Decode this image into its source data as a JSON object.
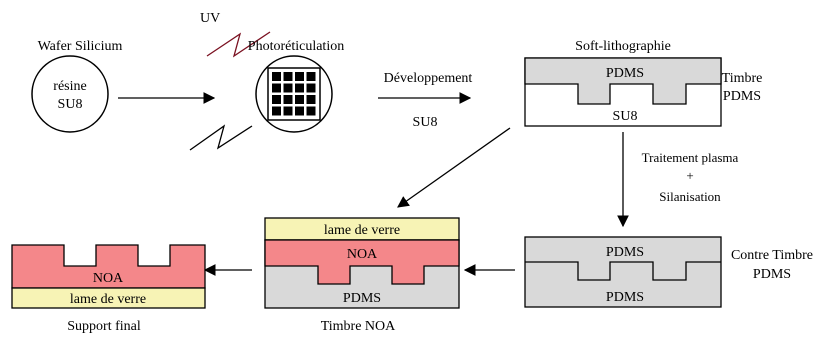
{
  "labels": {
    "wafer": "Wafer Silicium",
    "resine_1": "résine",
    "resine_2": "SU8",
    "uv": "UV",
    "photo": "Photoréticulation",
    "dev": "Développement",
    "dev_su8": "SU8",
    "soft": "Soft-lithographie",
    "pdms_top": "PDMS",
    "su8_bottom": "SU8",
    "timbre_pdms_1": "Timbre",
    "timbre_pdms_2": "PDMS",
    "plasma_1": "Traitement plasma",
    "plasma_2": "+",
    "plasma_3": "Silanisation",
    "contre_top": "PDMS",
    "contre_bottom": "PDMS",
    "contre_label_1": "Contre Timbre",
    "contre_label_2": "PDMS",
    "noa_glass": "lame de verre",
    "noa_mid": "NOA",
    "noa_pdms": "PDMS",
    "timbre_noa": "Timbre NOA",
    "final_noa": "NOA",
    "final_glass": "lame de verre",
    "support_final": "Support final"
  },
  "colors": {
    "pdms": "#d9d9d9",
    "noa": "#f4878a",
    "glass": "#f7f3b5",
    "line": "#000000",
    "uv_line": "#7a1020"
  }
}
